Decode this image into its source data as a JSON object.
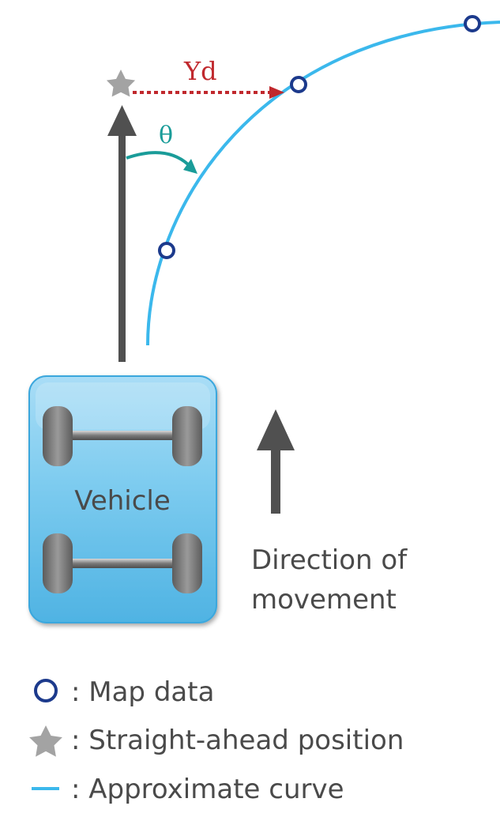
{
  "labels": {
    "yd": "Yd",
    "theta": "θ",
    "vehicle": "Vehicle",
    "direction_line1": "Direction of",
    "direction_line2": "movement"
  },
  "legend": {
    "map_data": ": Map data",
    "straight_ahead": ": Straight-ahead position",
    "approximate_curve": ": Approximate curve"
  },
  "colors": {
    "curve": "#3bb8ec",
    "map_point": "#1c3a8c",
    "star": "#a3a3a3",
    "yd_arrow": "#c0282d",
    "theta_arrow": "#1a9c99",
    "heading_arrow": "#505050",
    "vehicle_body": "#7fcdf0",
    "text": "#4a4a4a"
  },
  "icons": {
    "map_point": "circle-icon",
    "straight_ahead": "star-icon",
    "curve": "line-icon"
  }
}
